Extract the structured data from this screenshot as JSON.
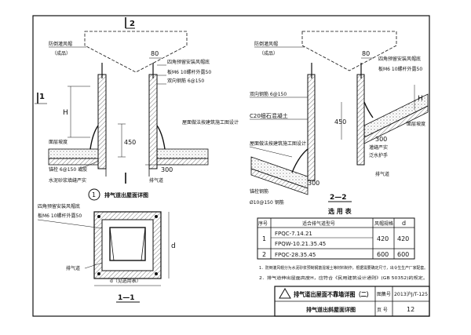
{
  "detail1": {
    "section_mark_top": "2",
    "section_mark_left": "1",
    "hood_label": "防倒灌风帽",
    "hood_note": "（成品）",
    "dim_80": "80",
    "mount_label": "四角预留安装风帽底",
    "bolt_label": "板M6 10螺杆外露50",
    "rebar_label": "双向钢筋 6@150",
    "dim_H": "H",
    "slope_label": "面层坡度",
    "waterproof_label": "屋面做法按建筑施工图设计",
    "anchor_label": "锚栓 6@150 或胶",
    "mortar_label": "水泥砂浆填缝严实",
    "dim_450": "450",
    "dim_300": "300",
    "duct_label": "排气道",
    "caption_no": "1",
    "caption": "排气道出屋面详图"
  },
  "plan11": {
    "mount_label": "四角预留安装风帽底",
    "bolt_label": "板M6 10螺杆外露50",
    "duct_label": "排气道",
    "dim_d": "d",
    "dim_d_bottom": "d（见选用表）",
    "caption": "1—1"
  },
  "detail2": {
    "hood_label": "防倒灌风帽",
    "hood_note": "（成品）",
    "dim_80": "80",
    "mount_label": "四角预留安装风帽底",
    "bolt_label": "板M6 10螺杆外露50",
    "rebar_label": "双向钢筋 6@150",
    "concrete_label": "C20细石混凝土",
    "dim_450": "450",
    "waterproof_label": "屋面做法按建筑施工图设计",
    "dim_300a": "300",
    "dim_300b": "300",
    "duct_label": "排气道",
    "slope_label": "面层坡度",
    "flashing_label": "泛水护手",
    "mortar_label": "灌缝严实",
    "dim_H": "H",
    "anchor_label": "锚栓钢筋",
    "anchor_spec": "Ø10@150 钢筋",
    "caption": "2—2"
  },
  "selection_table": {
    "title": "选 用 表",
    "headers": [
      "序号",
      "适合排气道型号",
      "风帽规格",
      "d"
    ],
    "rows": [
      {
        "no": "1",
        "model1": "FPQC-7.14.21",
        "model2": "FPQW-10.21.35.45",
        "cap": "420",
        "d": "420"
      },
      {
        "no": "2",
        "model1": "FPQC-28.35.45",
        "model2": "",
        "cap": "600",
        "d": "600"
      }
    ]
  },
  "notes": {
    "note1": "1．防倒灌风帽分为水泥砂浆预制钢筋混凝土等材料制作，根据需要确定尺寸，出令生生产厂家配套。",
    "note2": "2．排气道伸出屋面高度H，应符合《民用建筑设计通则》(GB 50352)的规定。"
  },
  "title_block": {
    "main_title": "排气道出屋面不靠墙详图（二）",
    "sub_title": "排气道出斜屋面详图",
    "atlas_label": "图集号",
    "atlas_no": "2013沪J/T-125",
    "page_label": "页 号",
    "page_no": "12"
  },
  "colors": {
    "ink": "#111111",
    "paper": "#ffffff",
    "hatch": "#555555"
  }
}
